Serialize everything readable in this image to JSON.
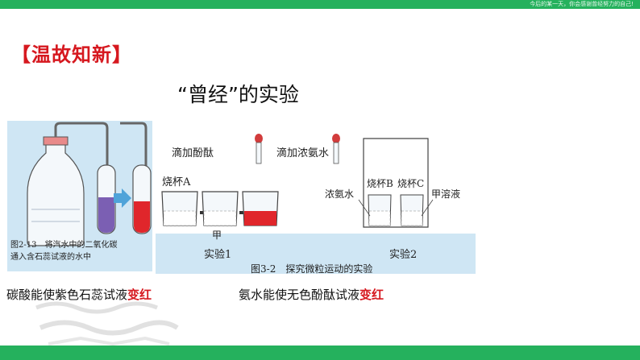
{
  "header": {
    "motto": "今后的某一天，你会感谢曾经努力的自己!"
  },
  "slide": {
    "section_title": "【温故知新】",
    "heading": "“曾经”的实验"
  },
  "figure_left": {
    "caption_line1": "图2-13　将汽水中的二氧化碳",
    "caption_line2": "通入含石蕊试液的水中"
  },
  "figure_right": {
    "label_drop_phenol": "滴加酚酞",
    "label_drop_ammonia": "滴加浓氨水",
    "label_beaker_a": "烧杯A",
    "label_jia": "甲",
    "label_exp1": "实验1",
    "label_caption": "图3-2　探究微粒运动的实验",
    "label_exp2": "实验2",
    "label_beaker_b": "烧杯B",
    "label_beaker_c": "烧杯C",
    "label_conc_ammonia": "浓氨水",
    "label_jia_solution": "甲溶液"
  },
  "captions": {
    "left_text": "碳酸能使紫色石蕊试液",
    "left_emphasis": "变红",
    "right_text": "氨水能使无色酚酞试液",
    "right_emphasis": "变红"
  },
  "colors": {
    "brand_green": "#25b15d",
    "accent_red": "#d6181f",
    "figure_bg": "#cfe6f4",
    "litmus_purple": "#7b5fb3",
    "liquid_red": "#e0262b"
  }
}
